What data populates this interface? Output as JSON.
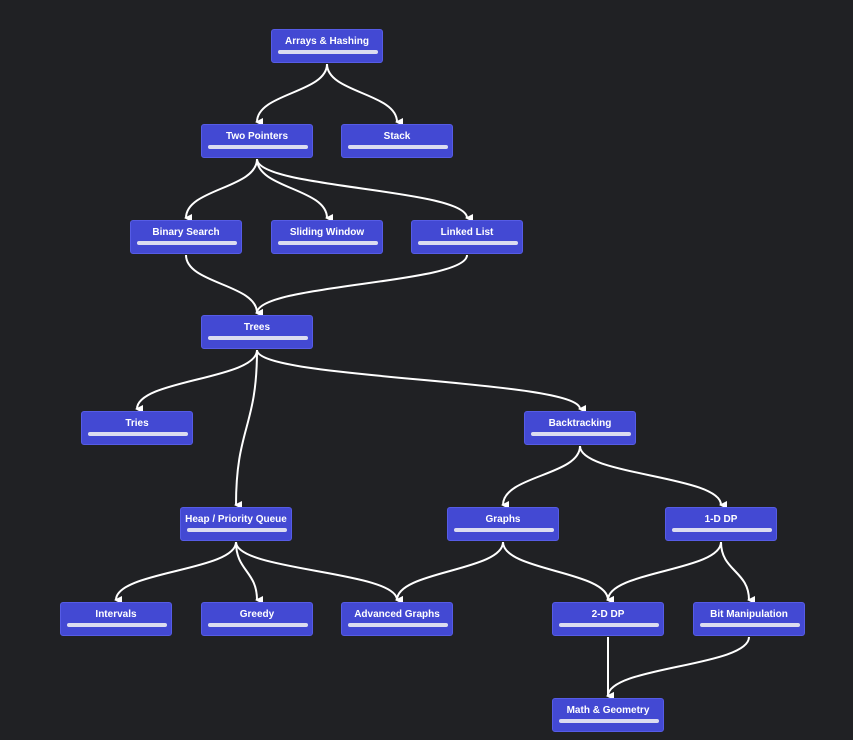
{
  "roadmap": {
    "nodes": [
      {
        "id": "arrays-hashing",
        "label": "Arrays & Hashing",
        "progress": 1.0
      },
      {
        "id": "two-pointers",
        "label": "Two Pointers",
        "progress": 1.0
      },
      {
        "id": "stack",
        "label": "Stack",
        "progress": 1.0
      },
      {
        "id": "binary-search",
        "label": "Binary Search",
        "progress": 1.0
      },
      {
        "id": "sliding-window",
        "label": "Sliding Window",
        "progress": 1.0
      },
      {
        "id": "linked-list",
        "label": "Linked List",
        "progress": 1.0
      },
      {
        "id": "trees",
        "label": "Trees",
        "progress": 1.0
      },
      {
        "id": "tries",
        "label": "Tries",
        "progress": 1.0
      },
      {
        "id": "backtracking",
        "label": "Backtracking",
        "progress": 1.0
      },
      {
        "id": "heap-priority-queue",
        "label": "Heap / Priority Queue",
        "progress": 1.0
      },
      {
        "id": "graphs",
        "label": "Graphs",
        "progress": 1.0
      },
      {
        "id": "one-d-dp",
        "label": "1-D DP",
        "progress": 1.0
      },
      {
        "id": "intervals",
        "label": "Intervals",
        "progress": 1.0
      },
      {
        "id": "greedy",
        "label": "Greedy",
        "progress": 1.0
      },
      {
        "id": "advanced-graphs",
        "label": "Advanced Graphs",
        "progress": 1.0
      },
      {
        "id": "two-d-dp",
        "label": "2-D DP",
        "progress": 1.0
      },
      {
        "id": "bit-manipulation",
        "label": "Bit Manipulation",
        "progress": 1.0
      },
      {
        "id": "math-geometry",
        "label": "Math & Geometry",
        "progress": 1.0
      }
    ],
    "edges": [
      [
        "arrays-hashing",
        "two-pointers"
      ],
      [
        "arrays-hashing",
        "stack"
      ],
      [
        "two-pointers",
        "binary-search"
      ],
      [
        "two-pointers",
        "sliding-window"
      ],
      [
        "two-pointers",
        "linked-list"
      ],
      [
        "binary-search",
        "trees"
      ],
      [
        "linked-list",
        "trees"
      ],
      [
        "trees",
        "tries"
      ],
      [
        "trees",
        "heap-priority-queue"
      ],
      [
        "trees",
        "backtracking"
      ],
      [
        "backtracking",
        "graphs"
      ],
      [
        "backtracking",
        "one-d-dp"
      ],
      [
        "heap-priority-queue",
        "intervals"
      ],
      [
        "heap-priority-queue",
        "greedy"
      ],
      [
        "heap-priority-queue",
        "advanced-graphs"
      ],
      [
        "graphs",
        "advanced-graphs"
      ],
      [
        "graphs",
        "two-d-dp"
      ],
      [
        "one-d-dp",
        "two-d-dp"
      ],
      [
        "one-d-dp",
        "bit-manipulation"
      ],
      [
        "two-d-dp",
        "math-geometry"
      ],
      [
        "bit-manipulation",
        "math-geometry"
      ]
    ],
    "colors": {
      "background": "#202124",
      "node": "#4349d3",
      "progress_bar": "#dcdcf0",
      "edge": "#ffffff"
    }
  }
}
